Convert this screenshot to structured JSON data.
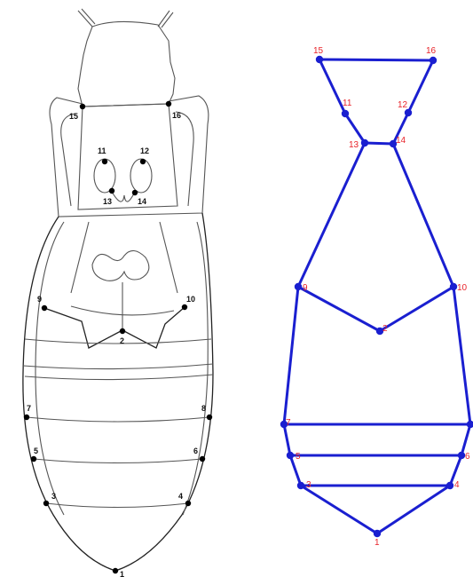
{
  "left_labels": [
    "15",
    "16",
    "11",
    "12",
    "13",
    "14",
    "9",
    "10",
    "2",
    "7",
    "8",
    "5",
    "6",
    "3",
    "4",
    "1"
  ],
  "right_labels": [
    "15",
    "16",
    "11",
    "12",
    "13",
    "14",
    "9",
    "10",
    "2",
    "7",
    "5",
    "6",
    "3",
    "4",
    "1"
  ],
  "colors": {
    "wireframe_line": "#1a1fd0",
    "right_label": "#e8232a",
    "left_label": "#111111",
    "outline": "#555555"
  }
}
